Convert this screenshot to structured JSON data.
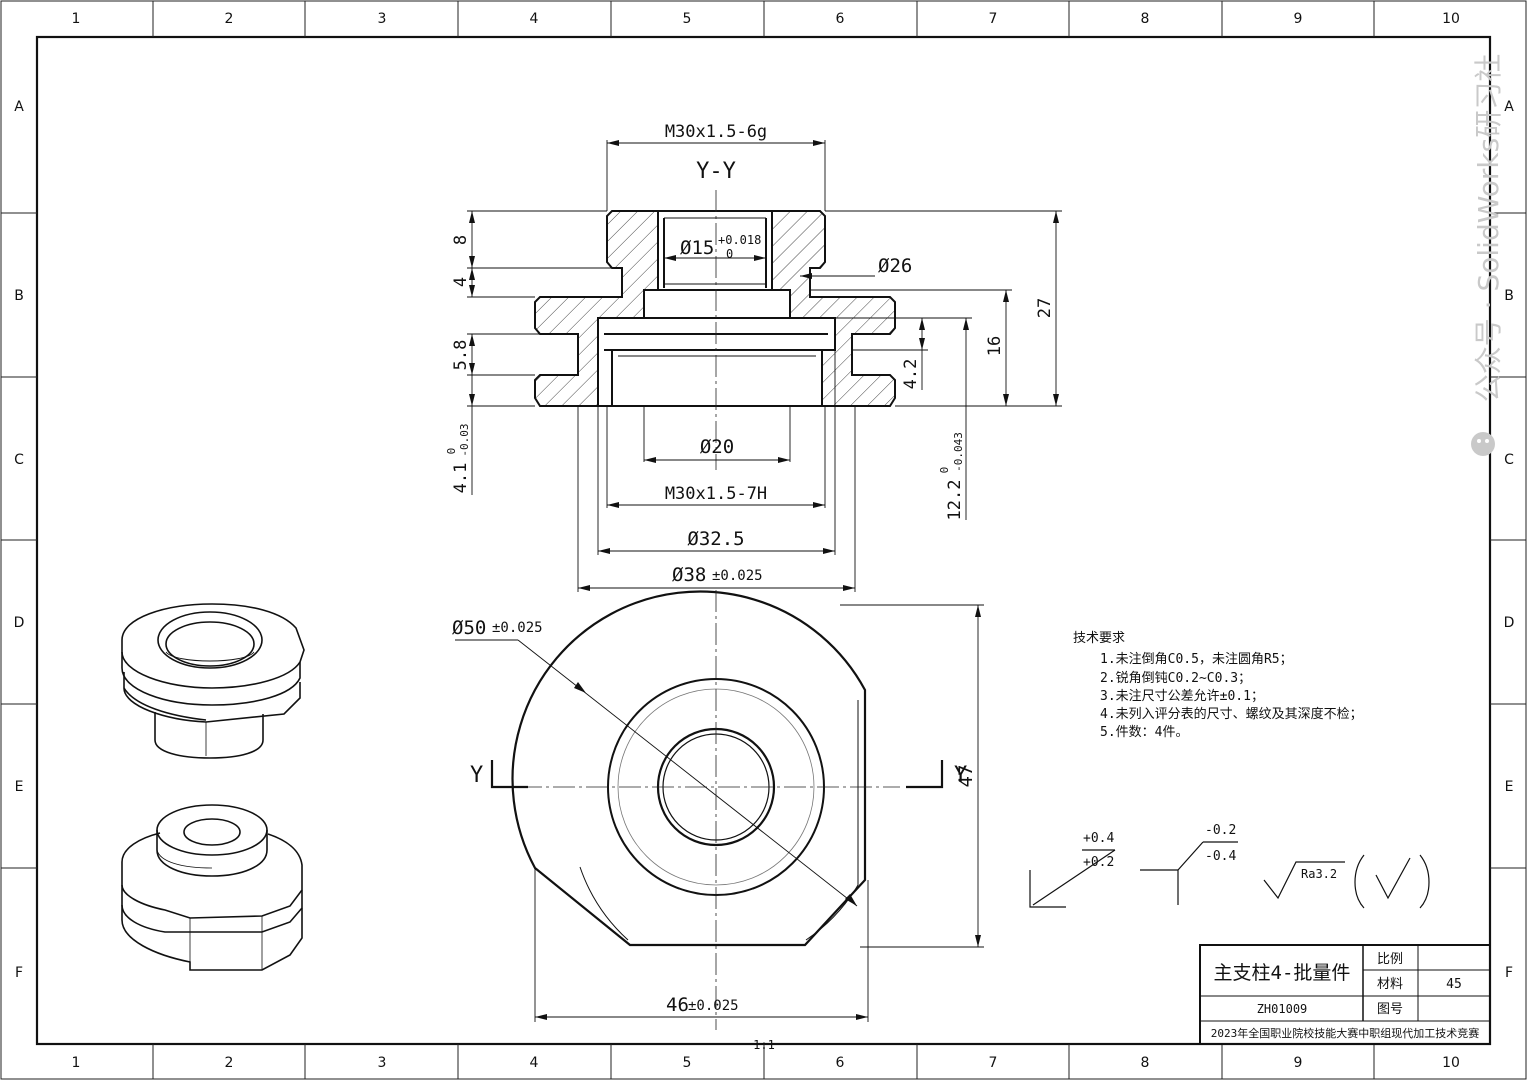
{
  "grid": {
    "cols": [
      "1",
      "2",
      "3",
      "4",
      "5",
      "6",
      "7",
      "8",
      "9",
      "10"
    ],
    "rows": [
      "A",
      "B",
      "C",
      "D",
      "E",
      "F"
    ]
  },
  "section_view": {
    "label": "Y-Y",
    "dims": {
      "thread_top": "M30x1.5-6g",
      "bore_dia": "Ø15",
      "bore_tol_upper": "+0.018",
      "bore_tol_lower": "0",
      "dia26": "Ø26",
      "h8": "8",
      "h4": "4",
      "h27": "27",
      "h16": "16",
      "h5_8": "5.8",
      "h4_2": "4.2",
      "h4_1": "4.1",
      "h4_1_tol_upper": "0",
      "h4_1_tol_lower": "-0.03",
      "h12_2": "12.2",
      "h12_2_tol_upper": "0",
      "h12_2_tol_lower": "-0.043",
      "dia20": "Ø20",
      "thread_bottom": "M30x1.5-7H",
      "dia32_5": "Ø32.5",
      "dia38": "Ø38",
      "dia38_tol": "±0.025"
    }
  },
  "plan_view": {
    "cut_label_left": "Y",
    "cut_label_right": "Y",
    "dia50": "Ø50",
    "dia50_tol": "±0.025",
    "width46": "46",
    "width46_tol": "±0.025",
    "height47": "47"
  },
  "tech_requirements": {
    "title": "技术要求",
    "items": [
      "1.未注倒角C0.5，未注圆角R5；",
      "2.锐角倒钝C0.2~C0.3；",
      "3.未注尺寸公差允许±0.1；",
      "4.未列入评分表的尺寸、螺纹及其深度不检；",
      "5.件数：4件。"
    ]
  },
  "tolerance_symbols": {
    "sym1_upper": "+0.4",
    "sym1_lower": "+0.2",
    "sym2_upper": "-0.2",
    "sym2_lower": "-0.4",
    "roughness": "Ra3.2"
  },
  "title_block": {
    "part_name": "主支柱4-批量件",
    "scale_label": "比例",
    "scale_value": "",
    "material_label": "材料",
    "material_value": "45",
    "drawing_no_label": "图号",
    "drawing_no_value": "",
    "code": "ZH01009",
    "competition": "2023年全国职业院校技能大赛中职组现代加工技术竞赛"
  },
  "page_marker": "1:1",
  "watermark": "公众号 · SolidWorks研习社"
}
